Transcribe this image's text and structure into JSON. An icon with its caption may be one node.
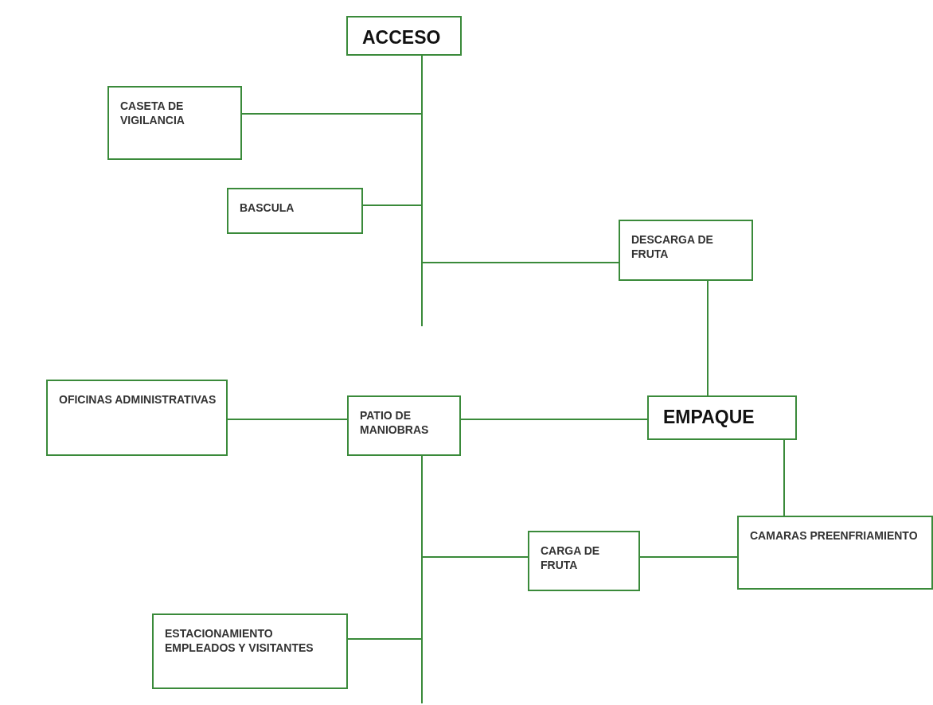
{
  "diagram": {
    "nodes": [
      {
        "text": [
          "ACCESO"
        ]
      },
      {
        "text": [
          "CASETA DE VIGILANCIA"
        ]
      },
      {
        "text": [
          "BASCULA"
        ]
      },
      {
        "text": [
          "DESCARGA DE FRUTA"
        ]
      },
      {
        "text": [
          "OFICINAS ADMINISTRATIVAS"
        ]
      },
      {
        "text": [
          "PATIO DE MANIOBRAS"
        ]
      },
      {
        "text": [
          "EMPAQUE"
        ]
      },
      {
        "text": [
          "CARGA DE FRUTA"
        ]
      },
      {
        "text": [
          "CAMARAS PREENFRIAMIENTO"
        ]
      },
      {
        "text": [
          "ESTACIONAMIENTO EMPLEADOS Y VISITANTES"
        ]
      }
    ],
    "edges": [
      {
        "from": 0,
        "to": 1,
        "arrow": "none"
      },
      {
        "from": 0,
        "to": 2,
        "arrow": "none"
      },
      {
        "from": 0,
        "to": 3,
        "arrow": "none"
      },
      {
        "from": 0,
        "to": null,
        "arrow": "none"
      },
      {
        "from": 3,
        "to": 6,
        "arrow": "none"
      },
      {
        "from": 5,
        "to": 4,
        "arrow": "none"
      },
      {
        "from": 5,
        "to": 6,
        "arrow": "none"
      },
      {
        "from": 5,
        "to": 7,
        "arrow": "none"
      },
      {
        "from": 5,
        "to": 9,
        "arrow": "none"
      },
      {
        "from": 5,
        "to": null,
        "arrow": "none"
      },
      {
        "from": 7,
        "to": 8,
        "arrow": "none"
      },
      {
        "from": 6,
        "to": 8,
        "arrow": "none"
      }
    ]
  }
}
